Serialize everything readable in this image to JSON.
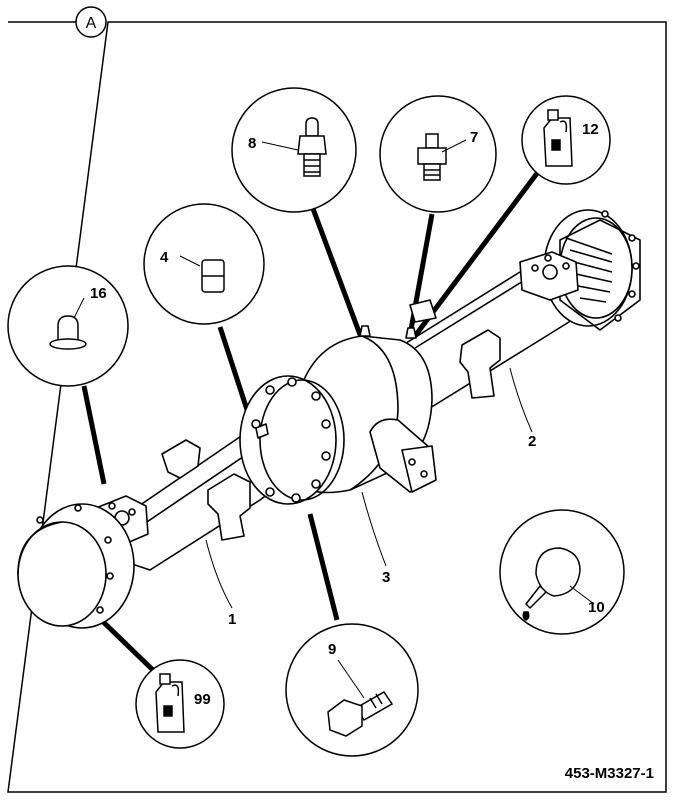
{
  "panel_label": "A",
  "reference_code": "453-M3327-1",
  "callouts": {
    "c1": "1",
    "c2": "2",
    "c3": "3",
    "c4": "4",
    "c7": "7",
    "c8": "8",
    "c9": "9",
    "c10": "10",
    "c12": "12",
    "c16": "16",
    "c99": "99"
  }
}
